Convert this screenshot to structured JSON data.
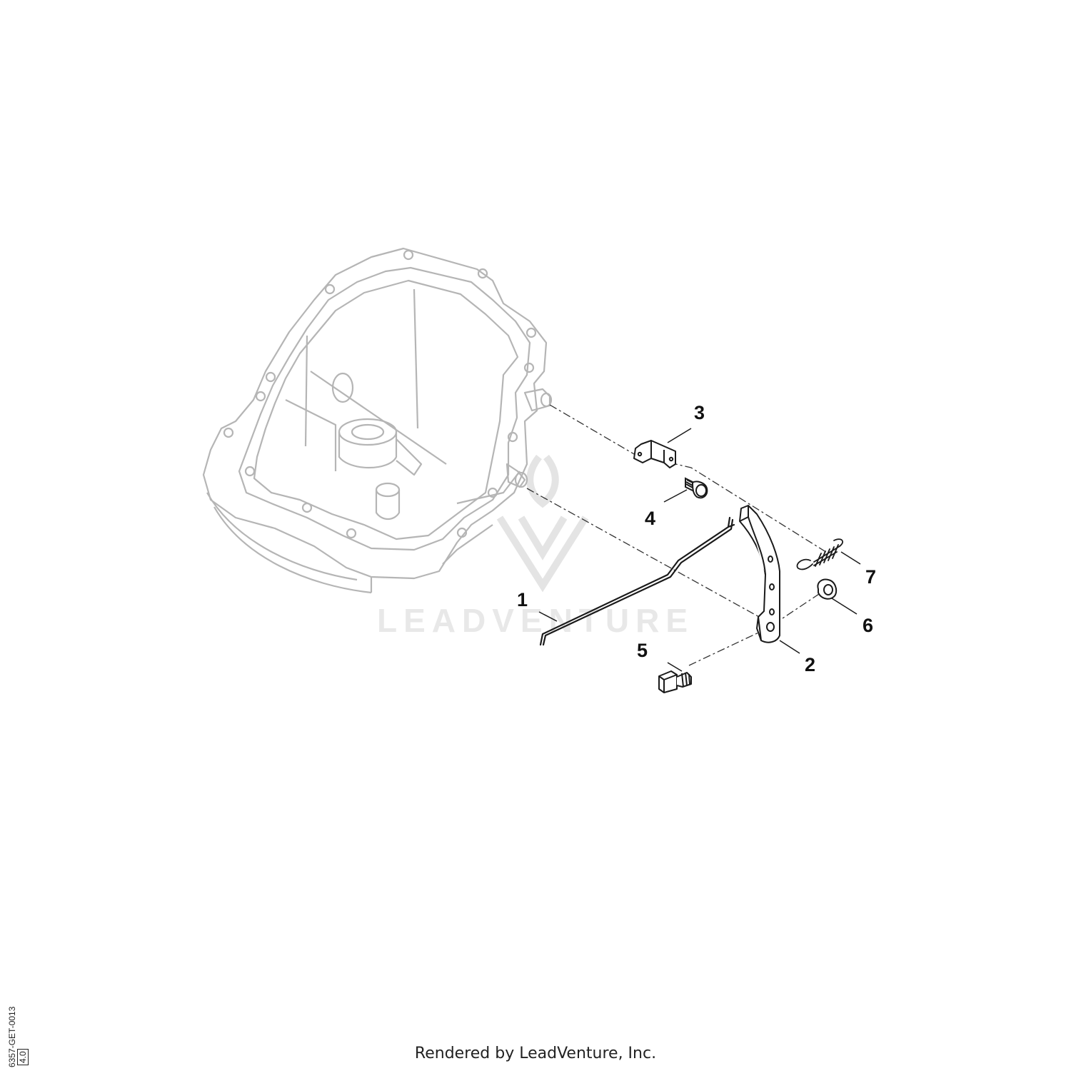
{
  "callouts": {
    "c1": "1",
    "c2": "2",
    "c3": "3",
    "c4": "4",
    "c5": "5",
    "c6": "6",
    "c7": "7"
  },
  "watermark": "LEADVENTURE",
  "footer": "Rendered by LeadVenture, Inc.",
  "diagram_code": "6357-GET-0013",
  "revision": "4.0",
  "colors": {
    "line": "#1a1a1a",
    "faded": "#b8b8b8",
    "watermark": "#e6e6e6"
  }
}
